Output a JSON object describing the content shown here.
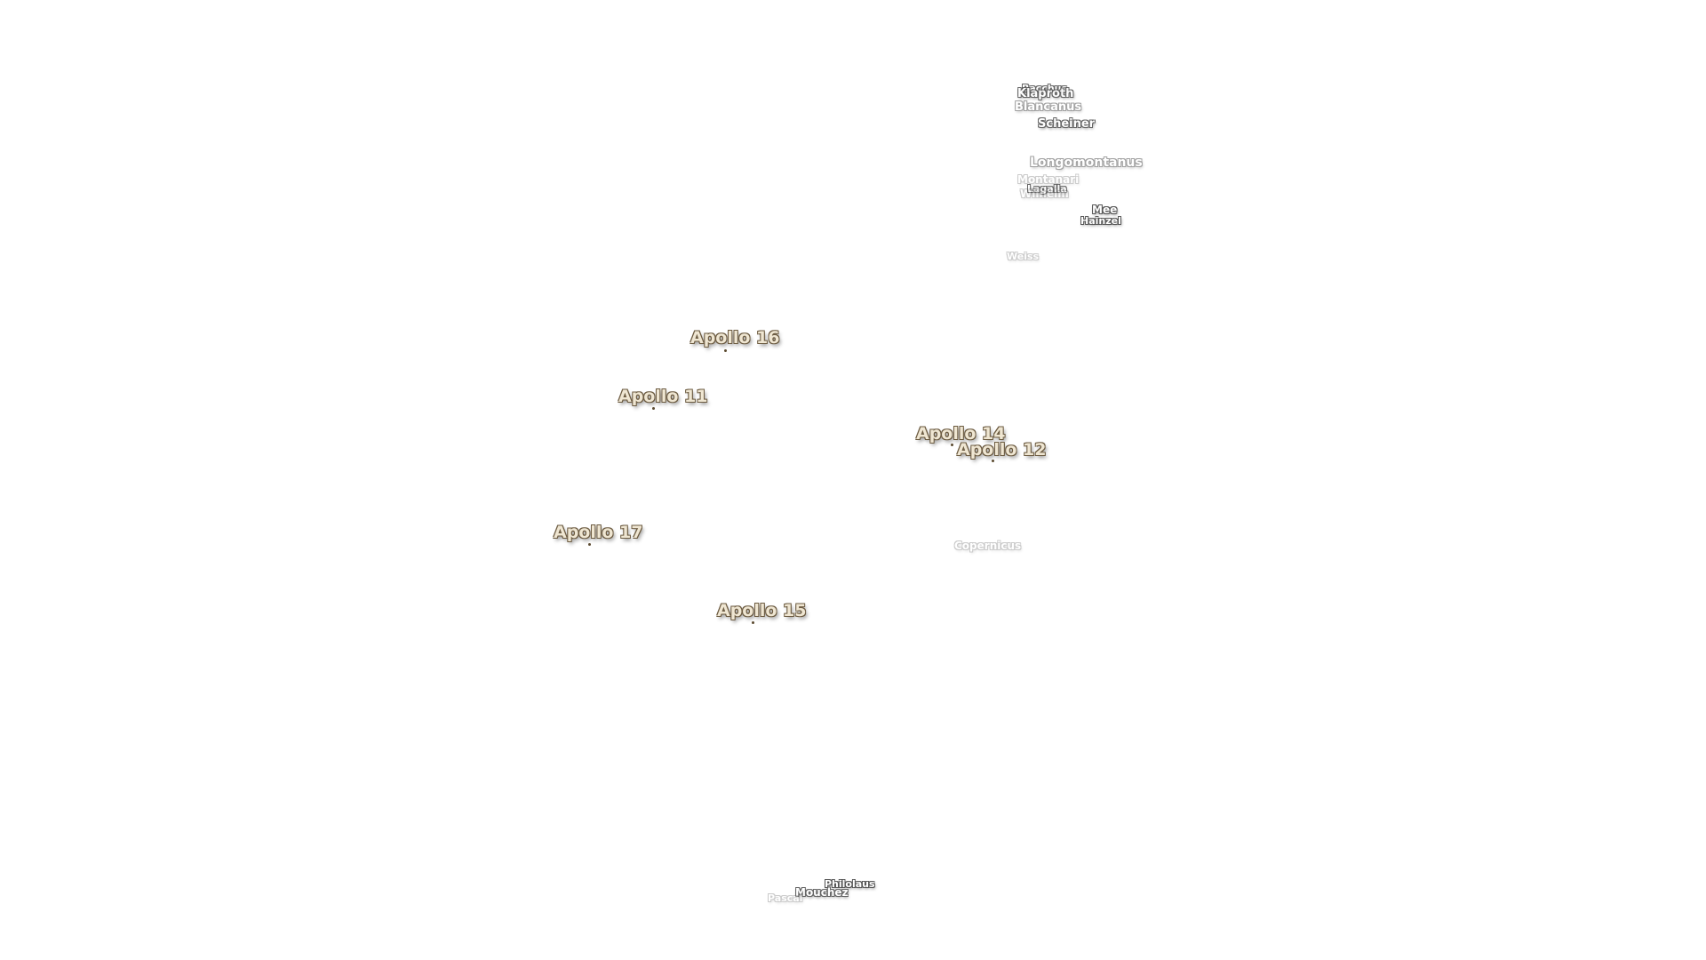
{
  "apollo_sites": [
    {
      "name": "Apollo 16"
    },
    {
      "name": "Apollo 11"
    },
    {
      "name": "Apollo 14"
    },
    {
      "name": "Apollo 12"
    },
    {
      "name": "Apollo 17"
    },
    {
      "name": "Apollo 15"
    }
  ],
  "craters": [
    {
      "name": "Bacchus"
    },
    {
      "name": "Klaproth"
    },
    {
      "name": "Blancanus"
    },
    {
      "name": "Scheiner"
    },
    {
      "name": "Longomontanus"
    },
    {
      "name": "Montanari"
    },
    {
      "name": "Lagalla"
    },
    {
      "name": "Wilhelm"
    },
    {
      "name": "Mee"
    },
    {
      "name": "Hainzel"
    },
    {
      "name": "Weiss"
    },
    {
      "name": "Copernicus"
    },
    {
      "name": "Philolaus"
    },
    {
      "name": "Mouchez"
    },
    {
      "name": "Pascal"
    }
  ],
  "colors": {
    "background": "#ffffff",
    "apollo_fill": "#efe6d2",
    "apollo_outline": "#6b5a40",
    "crater_fill": "#ffffff",
    "crater_outline": "#555555"
  }
}
